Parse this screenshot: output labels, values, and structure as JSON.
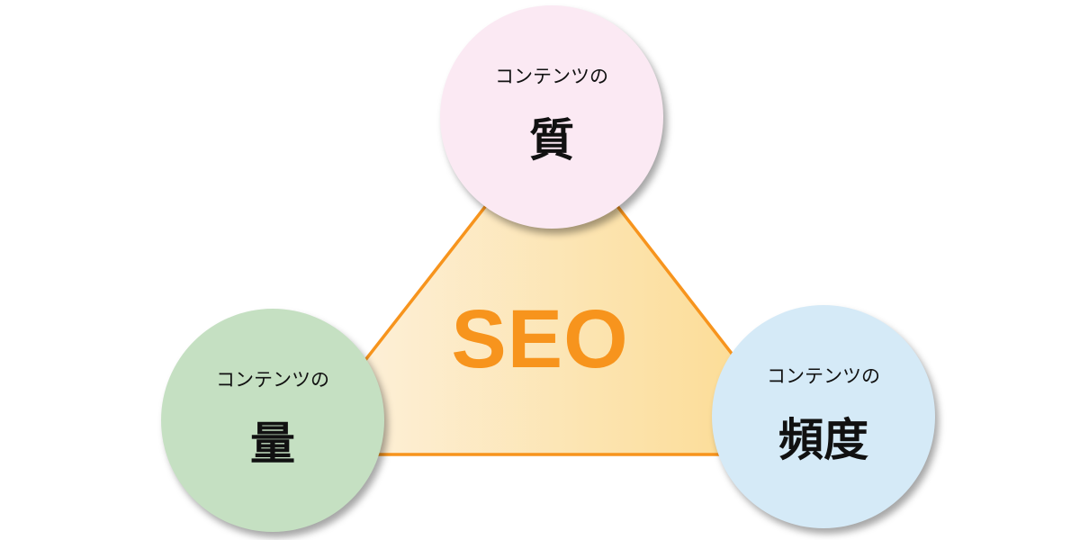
{
  "center": {
    "label": "SEO"
  },
  "nodes": {
    "quality": {
      "subtitle": "コンテンツの",
      "label": "質",
      "color": "#fbe9f3"
    },
    "quantity": {
      "subtitle": "コンテンツの",
      "label": "量",
      "color": "#c5e0c2"
    },
    "frequency": {
      "subtitle": "コンテンツの",
      "label": "頻度",
      "color": "#d5eaf7"
    }
  },
  "colors": {
    "triangle_stroke": "#f7941d",
    "triangle_fill_start": "#fdf3e3",
    "triangle_fill_end": "#fcd98b",
    "center_text": "#f7941d"
  }
}
